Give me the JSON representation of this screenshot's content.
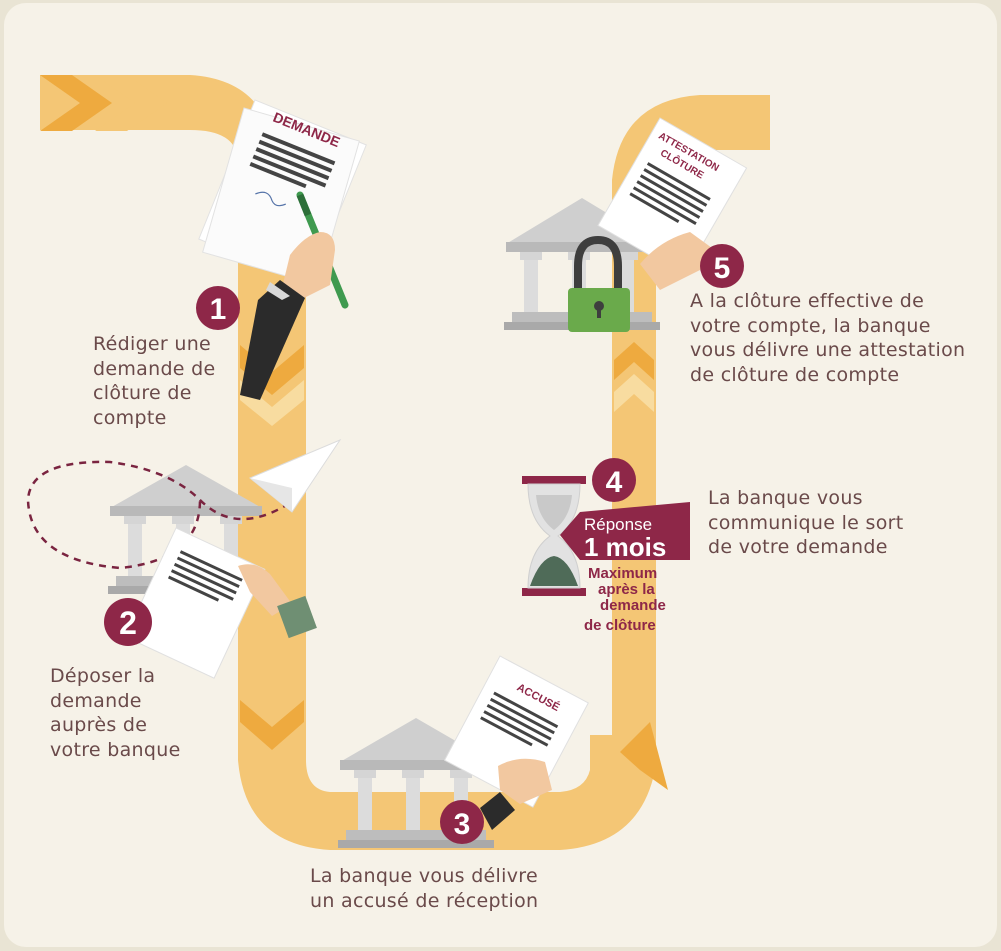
{
  "steps": [
    {
      "number": "1",
      "text": "Rédiger une\ndemande de\nclôture de\ncompte"
    },
    {
      "number": "2",
      "text": "Déposer la\ndemande\nauprès de\nvotre banque"
    },
    {
      "number": "3",
      "text": "La banque vous délivre\nun accusé de réception"
    },
    {
      "number": "4",
      "text": "La banque vous\ncommunique le sort\nde votre demande"
    },
    {
      "number": "5",
      "text": "A la clôture effective de\nvotre compte, la banque\nvous délivre une attestation\nde clôture de compte"
    }
  ],
  "documents": {
    "demande": "DEMANDE",
    "accuse": "ACCUSÉ",
    "attestation_line1": "ATTESTATION",
    "attestation_line2": "CLÔTURE"
  },
  "delay_badge": {
    "line1": "Réponse",
    "line2": "1 mois",
    "note": [
      "Maximum",
      "après la",
      "demande",
      "de clôture"
    ]
  },
  "colors": {
    "path": "#f4c675",
    "path_light": "#f8dca0",
    "accent": "#8e2748",
    "text": "#6a4a4a",
    "bank": "#c8c8c8",
    "lock": "#6aaa4b"
  }
}
